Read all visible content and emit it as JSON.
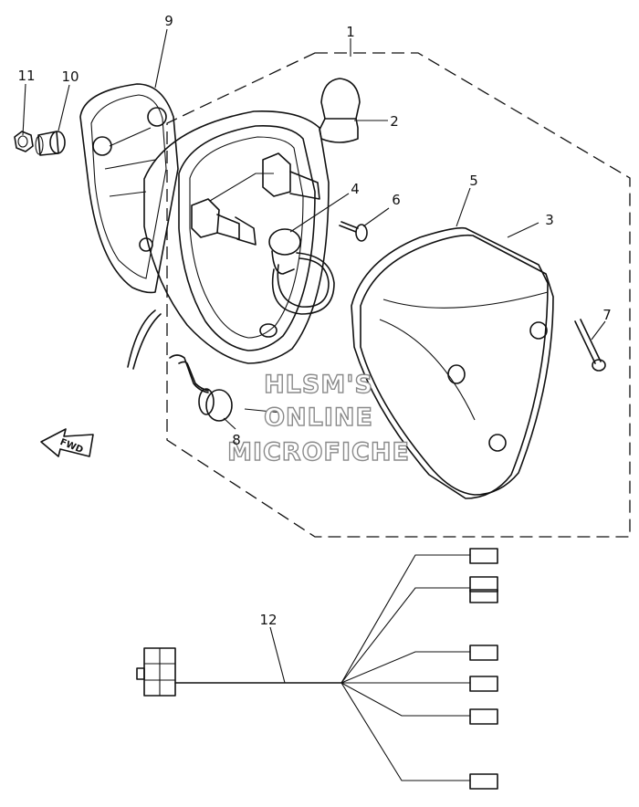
{
  "diagram": {
    "callouts": [
      "1",
      "2",
      "3",
      "4",
      "5",
      "6",
      "7",
      "8",
      "9",
      "10",
      "11",
      "12"
    ],
    "watermark": [
      "HLSM'S",
      "ONLINE",
      "MICROFICHE"
    ],
    "direction_label": "FWD"
  }
}
